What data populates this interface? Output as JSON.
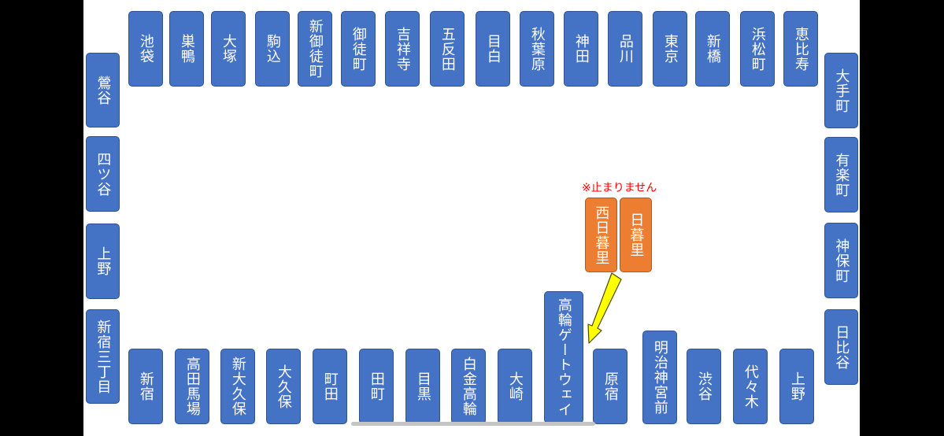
{
  "colors": {
    "station": "#4472c4",
    "highlight": "#ed7d31",
    "note": "#ff0000",
    "arrow": "#ffff00"
  },
  "top": [
    "池袋",
    "巣鴨",
    "大塚",
    "駒込",
    "新御徒町",
    "御徒町",
    "吉祥寺",
    "五反田",
    "目白",
    "秋葉原",
    "神田",
    "品川",
    "東京",
    "新橋",
    "浜松町",
    "恵比寿"
  ],
  "left": [
    "鶯谷",
    "四ツ谷",
    "上野",
    "新宿三丁目"
  ],
  "right": [
    "大手町",
    "有楽町",
    "神保町",
    "日比谷"
  ],
  "bottom": [
    "新宿",
    "高田馬場",
    "新大久保",
    "大久保",
    "町田",
    "田町",
    "目黒",
    "白金高輪",
    "大崎",
    "高輪ゲートウェイ",
    "原宿",
    "明治神宮前",
    "渋谷",
    "代々木",
    "上野"
  ],
  "highlighted": [
    "西日暮里",
    "日暮里"
  ],
  "note": "※止まりません"
}
